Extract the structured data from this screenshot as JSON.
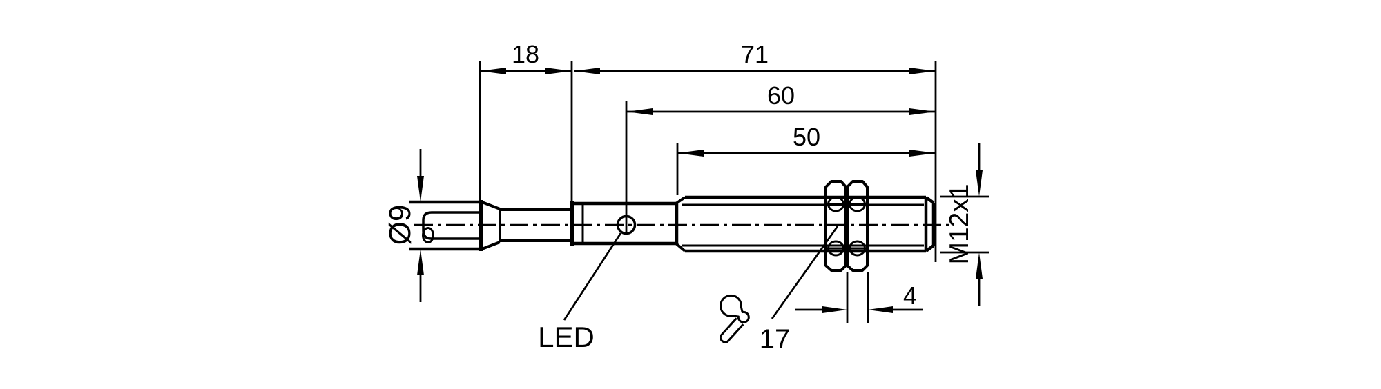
{
  "drawing": {
    "background": "#ffffff",
    "line_color": "#000000",
    "dimensions": {
      "boot_length": "18",
      "total_length": "71",
      "led_distance": "60",
      "thread_length": "50",
      "nut_thickness": "4",
      "cable_diameter": "Ø9",
      "thread_size": "M12x1",
      "wrench_size": "17"
    },
    "labels": {
      "led": "LED"
    }
  }
}
